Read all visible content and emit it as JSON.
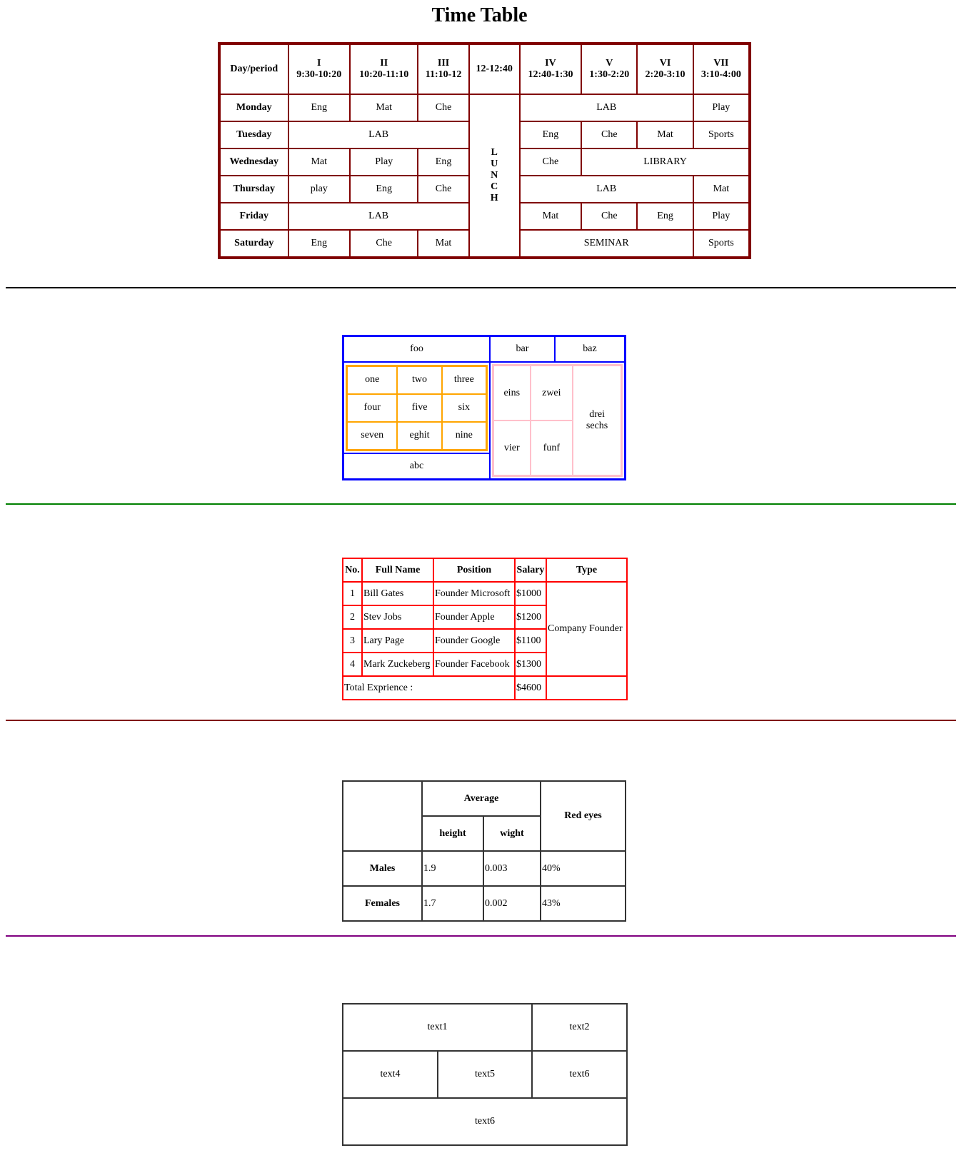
{
  "page_title": "Time Table",
  "colors": {
    "timetable_border": "#800000",
    "nested_outer": "#0000ff",
    "nested_left": "#ffa500",
    "nested_right": "#ffc0cb",
    "employees": "#ff0000",
    "divider_1": "#000000",
    "divider_2": "#008000",
    "divider_3": "#800000",
    "divider_4": "#800080"
  },
  "timetable": {
    "head": {
      "dayperiod": "Day/period",
      "p1": [
        "I",
        "9:30-10:20"
      ],
      "p2": [
        "II",
        "10:20-11:10"
      ],
      "p3": [
        "III",
        "11:10-12"
      ],
      "lunch_time": "12-12:40",
      "p4": [
        "IV",
        "12:40-1:30"
      ],
      "p5": [
        "V",
        "1:30-2:20"
      ],
      "p6": [
        "VI",
        "2:20-3:10"
      ],
      "p7": [
        "VII",
        "3:10-4:00"
      ]
    },
    "lunch": [
      "L",
      "U",
      "N",
      "C",
      "H"
    ],
    "mon": {
      "day": "Monday",
      "c1": "Eng",
      "c2": "Mat",
      "c3": "Che",
      "c4": "LAB",
      "c5": "Play"
    },
    "tue": {
      "day": "Tuesday",
      "c1": "LAB",
      "c2": "Eng",
      "c3": "Che",
      "c4": "Mat",
      "c5": "Sports"
    },
    "wed": {
      "day": "Wednesday",
      "c1": "Mat",
      "c2": "Play",
      "c3": "Eng",
      "c4": "Che",
      "c5": "LIBRARY"
    },
    "thu": {
      "day": "Thursday",
      "c1": "play",
      "c2": "Eng",
      "c3": "Che",
      "c4": "LAB",
      "c5": "Mat"
    },
    "fri": {
      "day": "Friday",
      "c1": "LAB",
      "c2": "Mat",
      "c3": "Che",
      "c4": "Eng",
      "c5": "Play"
    },
    "sat": {
      "day": "Saturday",
      "c1": "Eng",
      "c2": "Che",
      "c3": "Mat",
      "c4": "SEMINAR",
      "c5": "Sports"
    }
  },
  "nested": {
    "foo": "foo",
    "bar": "bar",
    "baz": "baz",
    "left": [
      "one",
      "two",
      "three",
      "four",
      "five",
      "six",
      "seven",
      "eghit",
      "nine"
    ],
    "abc": "abc",
    "right": {
      "eins": "eins",
      "zwei": "zwei",
      "drei": "drei",
      "sechs": "sechs",
      "vier": "vier",
      "funf": "funf"
    }
  },
  "employees": {
    "headers": [
      "No.",
      "Full Name",
      "Position",
      "Salary",
      "Type"
    ],
    "rows": [
      [
        "1",
        "Bill Gates",
        "Founder Microsoft",
        "$1000"
      ],
      [
        "2",
        "Stev Jobs",
        "Founder Apple",
        "$1200"
      ],
      [
        "3",
        "Lary Page",
        "Founder Google",
        "$1100"
      ],
      [
        "4",
        "Mark Zuckeberg",
        "Founder Facebook",
        "$1300"
      ]
    ],
    "type": "Company Founder",
    "total_label": "Total Exprience :",
    "total_value": "$4600"
  },
  "average": {
    "average": "Average",
    "height": "height",
    "wight": "wight",
    "red_eyes": "Red eyes",
    "males": {
      "label": "Males",
      "height": "1.9",
      "wight": "0.003",
      "red": "40%"
    },
    "females": {
      "label": "Females",
      "height": "1.7",
      "wight": "0.002",
      "red": "43%"
    }
  },
  "texts": {
    "t1": "text1",
    "t2": "text2",
    "t4": "text4",
    "t5": "text5",
    "t6a": "text6",
    "t6b": "text6"
  }
}
